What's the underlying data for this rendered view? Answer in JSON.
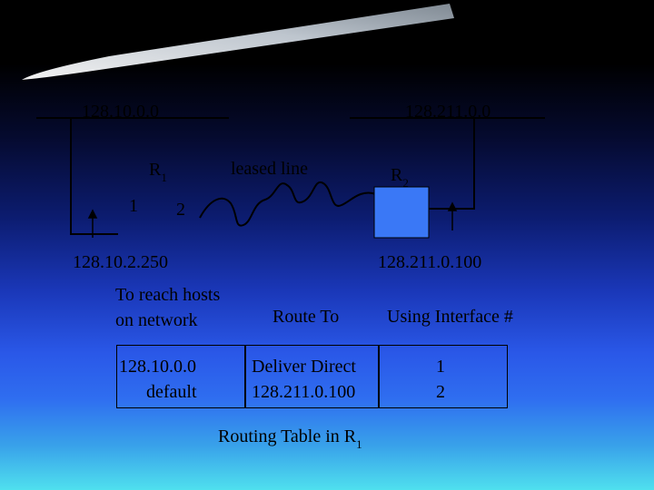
{
  "network_left": "128.10.0.0",
  "network_right": "128.211.0.0",
  "router1": {
    "name": "R",
    "sub": "1",
    "if1": "1",
    "if2": "2"
  },
  "router2": {
    "name": "R",
    "sub": "2"
  },
  "leased_line_label": "leased line",
  "addr_r1": "128.10.2.250",
  "addr_r2": "128.211.0.100",
  "table": {
    "header_col1_line1": "To reach hosts",
    "header_col1_line2": "on network",
    "header_col2": "Route To",
    "header_col3": "Using Interface #",
    "rows": [
      {
        "network": "128.10.0.0",
        "route": "Deliver Direct",
        "iface": "1"
      },
      {
        "network": "default",
        "route": "128.211.0.100",
        "iface": "2"
      }
    ],
    "caption": "Routing Table in R",
    "caption_sub": "1"
  },
  "colors": {
    "router_box": "#3a78f6",
    "banner": "#dfe8f2"
  }
}
